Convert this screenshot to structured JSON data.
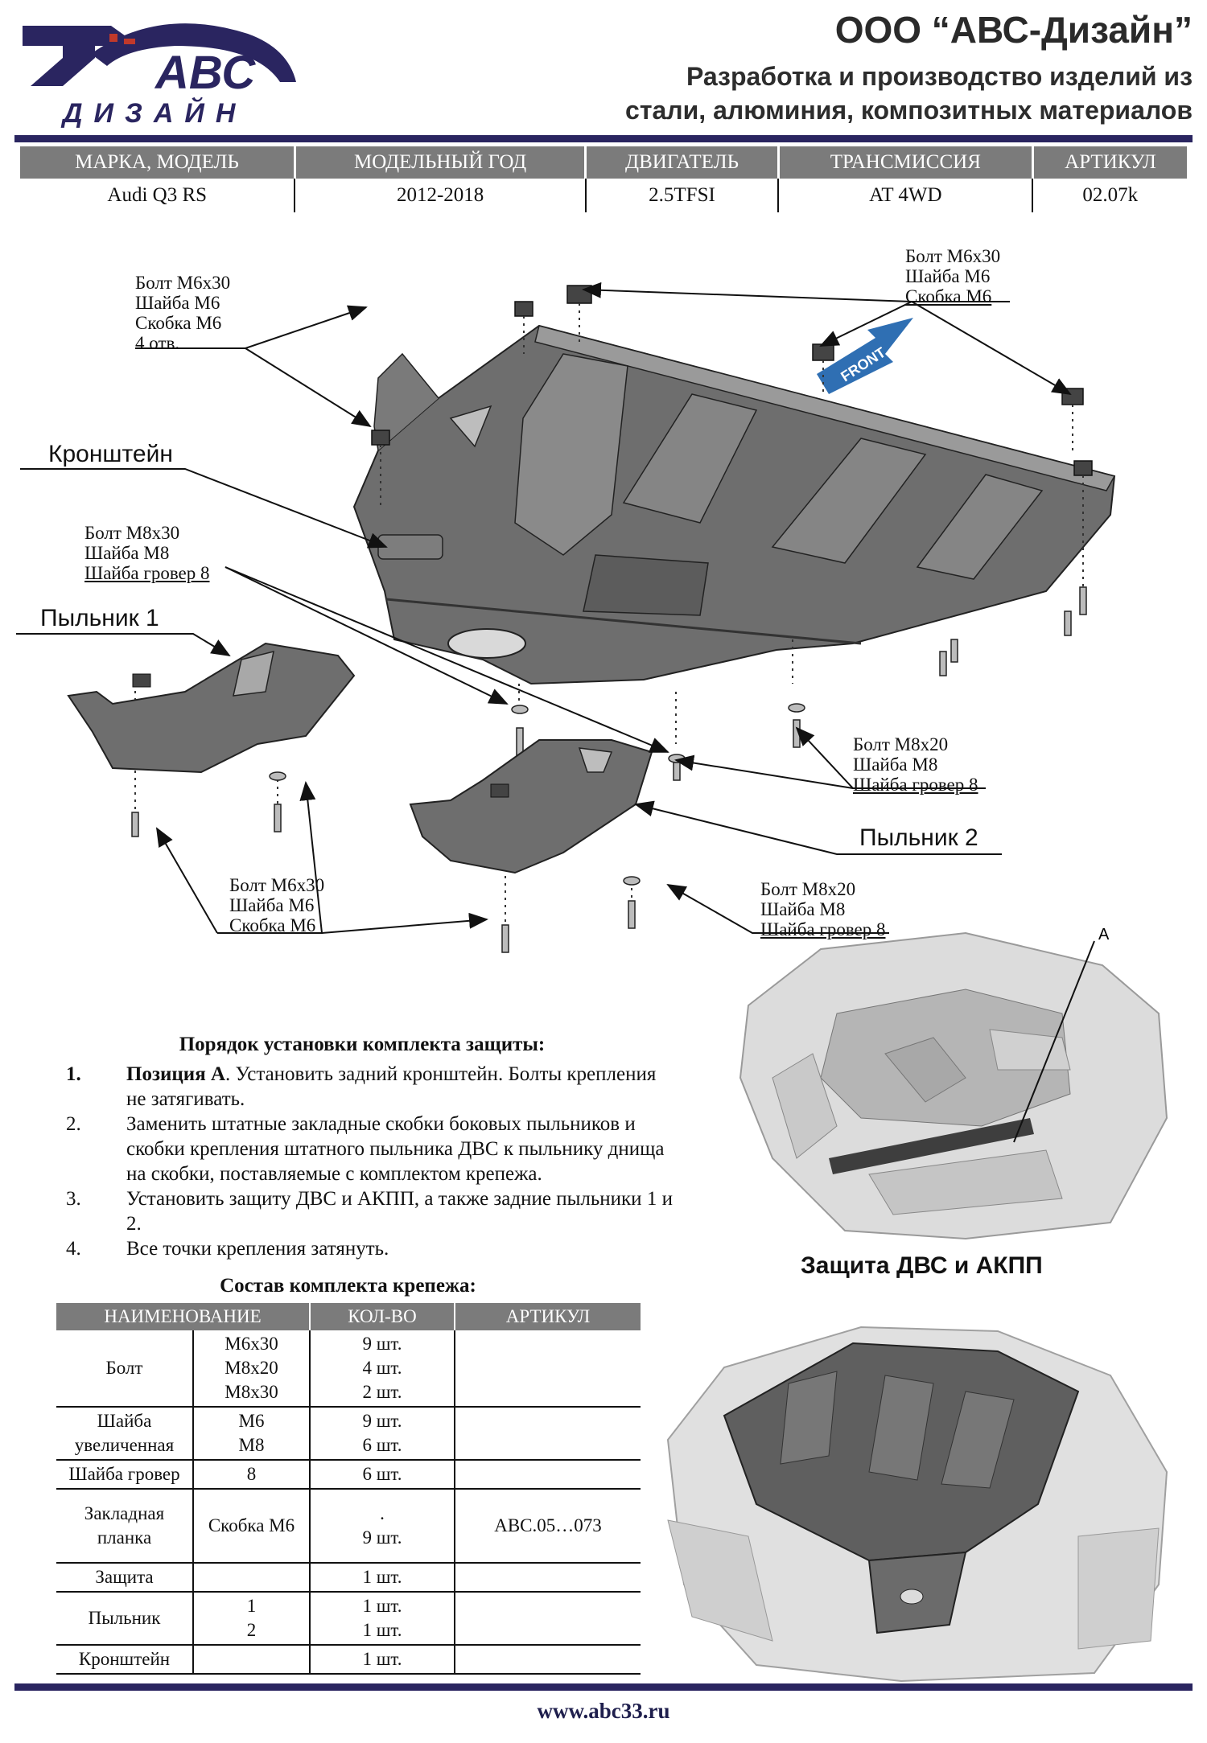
{
  "header": {
    "company": "ООО “АВС-Дизайн”",
    "tagline_1": "Разработка и производство изделий из",
    "tagline_2": "стали, алюминия, композитных материалов",
    "logo_top": "АВС",
    "logo_bottom": "ДИЗАЙН"
  },
  "spec_table": {
    "headers": [
      "МАРКА, МОДЕЛЬ",
      "МОДЕЛЬНЫЙ ГОД",
      "ДВИГАТЕЛЬ",
      "ТРАНСМИССИЯ",
      "АРТИКУЛ"
    ],
    "row": [
      "Audi Q3 RS",
      "2012-2018",
      "2.5TFSI",
      "AT 4WD",
      "02.07k"
    ]
  },
  "diagram": {
    "front_label": "FRONT",
    "labels": {
      "top_left": [
        "Болт М6х30",
        "Шайба М6",
        "Скобка М6",
        "4 отв."
      ],
      "top_right": [
        "Болт М6х30",
        "Шайба М6",
        "Скобка М6"
      ],
      "bracket": "Кронштейн",
      "mid_left": [
        "Болт М8х30",
        "Шайба М8",
        "Шайба гровер 8"
      ],
      "dust1": "Пыльник 1",
      "mid_right": [
        "Болт М8х20",
        "Шайба М8",
        "Шайба гровер 8"
      ],
      "dust2": "Пыльник 2",
      "bottom_left": [
        "Болт М6х30",
        "Шайба М6",
        "Скобка М6"
      ],
      "bottom_right": [
        "Болт М8х20",
        "Шайба М8",
        "Шайба гровер 8"
      ]
    }
  },
  "photos": {
    "marker_a": "А",
    "caption": "Защита ДВС и АКПП"
  },
  "instructions": {
    "title": "Порядок установки комплекта защиты:",
    "steps": [
      {
        "num": "1.",
        "bold": "Позиция А",
        "text": ". Установить задний кронштейн. Болты крепления не затягивать."
      },
      {
        "num": "2.",
        "text": "Заменить штатные закладные скобки боковых пыльников и скобки крепления штатного пыльника ДВС к пыльнику днища на скобки, поставляемые с комплектом крепежа."
      },
      {
        "num": "3.",
        "text": "Установить защиту ДВС и АКПП, а также задние пыльники 1 и 2."
      },
      {
        "num": "4.",
        "text": "Все точки крепления затянуть."
      }
    ]
  },
  "kit": {
    "title": "Состав комплекта крепежа:",
    "headers": [
      "НАИМЕНОВАНИЕ",
      "КОЛ-ВО",
      "АРТИКУЛ"
    ],
    "rows": [
      {
        "name": "Болт",
        "sizes": [
          "М6х30",
          "М8х20",
          "М8х30"
        ],
        "qty": [
          "9 шт.",
          "4 шт.",
          "2 шт."
        ],
        "art": ""
      },
      {
        "name": "Шайба увеличенная",
        "sizes": [
          "М6",
          "М8"
        ],
        "qty": [
          "9 шт.",
          "6 шт."
        ],
        "art": ""
      },
      {
        "name": "Шайба гровер",
        "sizes": [
          "8"
        ],
        "qty": [
          "6 шт."
        ],
        "art": ""
      },
      {
        "name": "Закладная планка",
        "sizes": [
          "Скобка М6"
        ],
        "qty": [
          ".",
          "9 шт."
        ],
        "art": "АВС.05…073"
      },
      {
        "name": "Защита",
        "sizes": [
          ""
        ],
        "qty": [
          "1 шт."
        ],
        "art": ""
      },
      {
        "name": "Пыльник",
        "sizes": [
          "1",
          "2"
        ],
        "qty": [
          "1 шт.",
          "1 шт."
        ],
        "art": ""
      },
      {
        "name": "Кронштейн",
        "sizes": [
          ""
        ],
        "qty": [
          "1 шт."
        ],
        "art": ""
      }
    ]
  },
  "footer": {
    "url": "www.abc33.ru"
  },
  "colors": {
    "navy": "#2a2560",
    "header_gray": "#7b7b7b",
    "plate_gray": "#6e6e6e"
  }
}
